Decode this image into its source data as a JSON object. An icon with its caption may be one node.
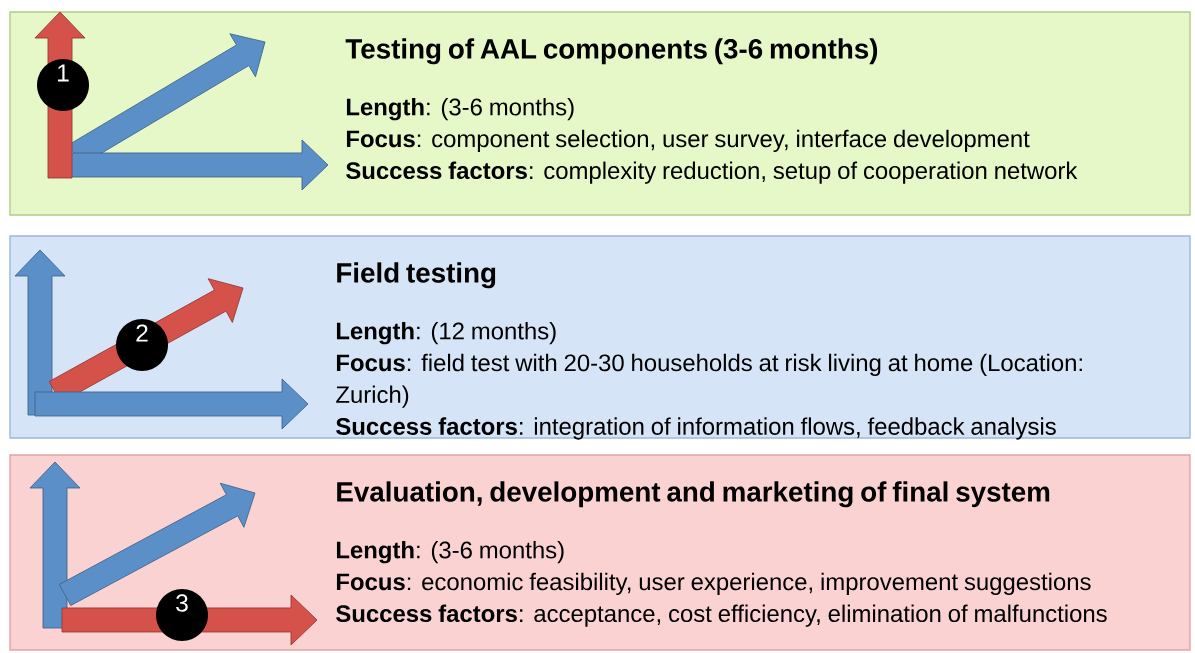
{
  "diagram": {
    "nodes": [
      {
        "text": [
          "Testing of AAL components (3-6 months)",
          "**Length**: (3-6 months)",
          "**Focus**: component selection, user survey, interface development",
          "**Success factors**: complexity reduction, setup of cooperation network"
        ]
      },
      {
        "text": [
          "1"
        ],
        "in": 0
      },
      {
        "text": [
          "Field testing",
          "**Length**: (12 months)",
          "**Focus**: field test with 20-30 households at risk living at home (Location: Zurich)",
          "**Success factors**: integration of information flows, feedback analysis"
        ]
      },
      {
        "text": [
          "2"
        ],
        "in": 2
      },
      {
        "text": [
          "Evaluation, development and marketing of final system",
          "**Length**: (3-6 months)",
          "**Focus**: economic feasibility, user experience, improvement suggestions",
          "**Success factors**: acceptance, cost efficiency, elimination of malfunctions"
        ]
      },
      {
        "text": [
          "3"
        ],
        "in": 4
      }
    ]
  }
}
